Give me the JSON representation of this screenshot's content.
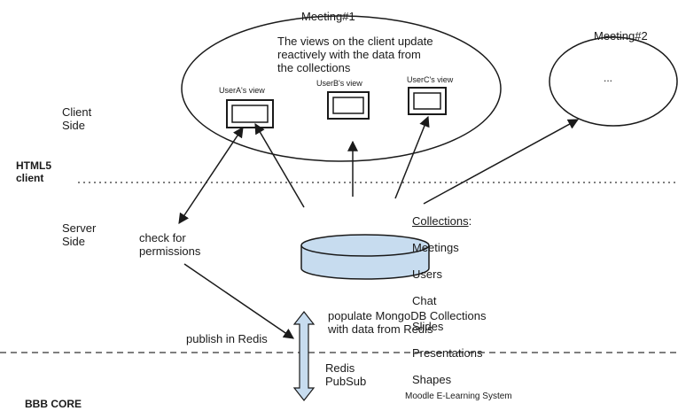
{
  "meeting1": {
    "title": "Meeting#1",
    "description": "The views on the client update\nreactively with the data from\nthe collections",
    "views": [
      "UserA's view",
      "UserB's view",
      "UserC's view"
    ]
  },
  "meeting2": {
    "title": "Meeting#2",
    "content": "..."
  },
  "zones": {
    "client_side": "Client\nSide",
    "html5_client": "HTML5\nclient",
    "server_side": "Server\nSide",
    "bbb_core": "BBB CORE"
  },
  "labels": {
    "check_permissions": "check for\npermissions",
    "publish_redis": "publish in Redis",
    "populate_mongo": "populate MongoDB Collections\nwith data from Redis",
    "redis_pubsub": "Redis\nPubSub",
    "moodle": "Moodle E-Learning System"
  },
  "collections": {
    "heading": "Collections",
    "heading_suffix": ":",
    "items": [
      "Meetings",
      "Users",
      "Chat",
      "Slides",
      "Presentations",
      "Shapes"
    ]
  },
  "colors": {
    "stroke": "#1a1a1a",
    "database_fill": "#c7dcef",
    "arrow_fill": "#c7dcef",
    "divider": "#555555"
  }
}
